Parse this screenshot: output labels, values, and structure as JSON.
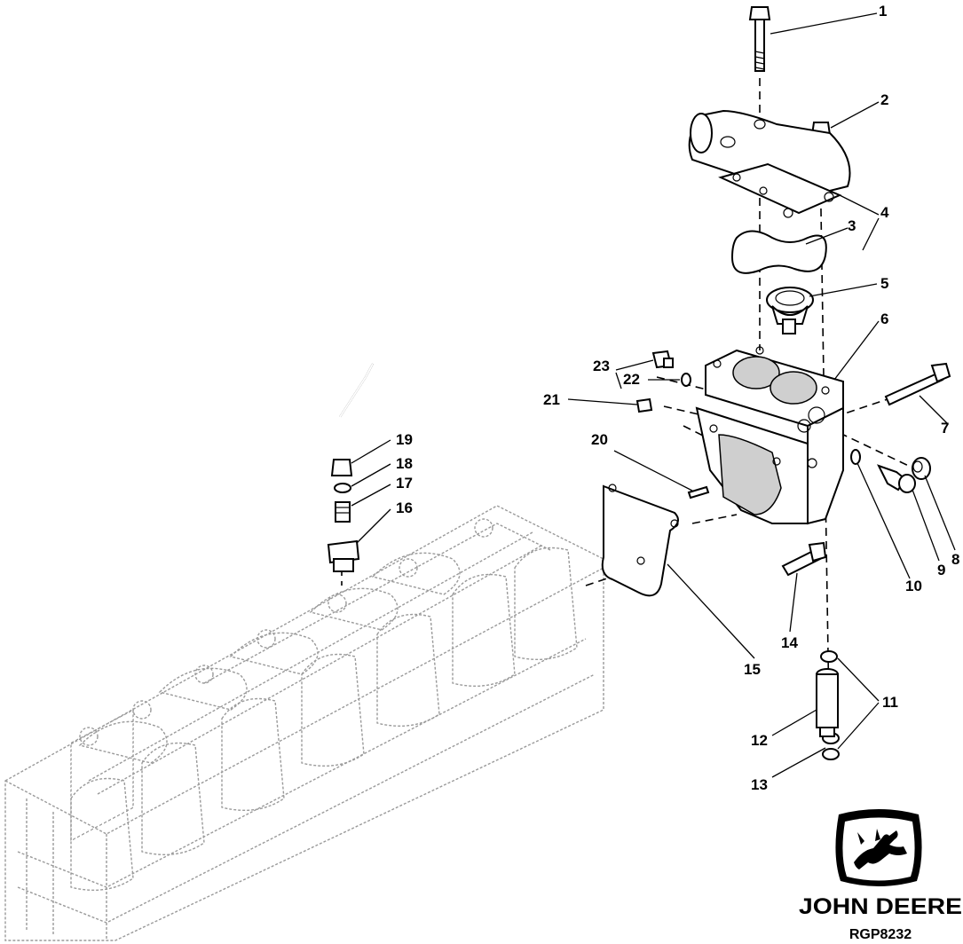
{
  "callouts": [
    {
      "n": "1"
    },
    {
      "n": "2"
    },
    {
      "n": "3"
    },
    {
      "n": "4"
    },
    {
      "n": "5"
    },
    {
      "n": "6"
    },
    {
      "n": "7"
    },
    {
      "n": "8"
    },
    {
      "n": "9"
    },
    {
      "n": "10"
    },
    {
      "n": "11"
    },
    {
      "n": "12"
    },
    {
      "n": "13"
    },
    {
      "n": "14"
    },
    {
      "n": "15"
    },
    {
      "n": "16"
    },
    {
      "n": "17"
    },
    {
      "n": "18"
    },
    {
      "n": "19"
    },
    {
      "n": "20"
    },
    {
      "n": "21"
    },
    {
      "n": "22"
    },
    {
      "n": "23"
    }
  ],
  "brand": {
    "name": "JOHN DEERE",
    "logo_icon": "leaping-deer-logo"
  },
  "figure_code": "RGP8232",
  "colors": {
    "ink": "#000000",
    "engine_outline": "#9a9a9a",
    "background": "#ffffff"
  }
}
